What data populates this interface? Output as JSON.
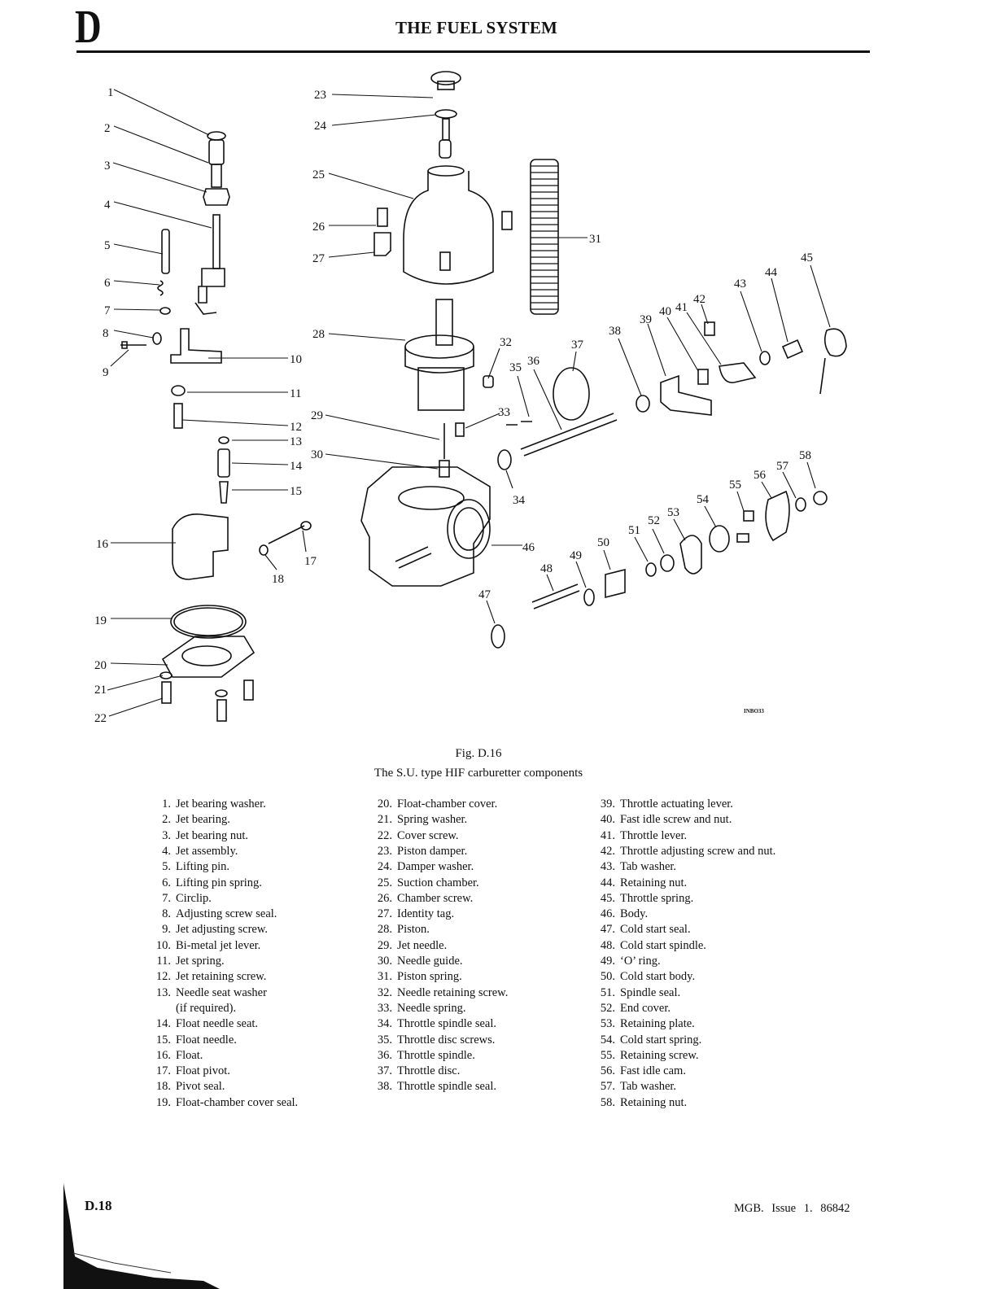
{
  "header": {
    "section_letter": "D",
    "title": "THE FUEL SYSTEM"
  },
  "figure": {
    "number": "Fig. D.16",
    "caption": "The S.U. type HIF carburetter components",
    "drawing_code": "INBO33",
    "callouts": [
      "1",
      "2",
      "3",
      "4",
      "5",
      "6",
      "7",
      "8",
      "9",
      "10",
      "11",
      "12",
      "13",
      "14",
      "15",
      "16",
      "17",
      "18",
      "19",
      "20",
      "21",
      "22",
      "23",
      "24",
      "25",
      "26",
      "27",
      "28",
      "29",
      "30",
      "31",
      "32",
      "33",
      "34",
      "35",
      "36",
      "37",
      "38",
      "39",
      "40",
      "41",
      "42",
      "43",
      "44",
      "45",
      "46",
      "47",
      "48",
      "49",
      "50",
      "51",
      "52",
      "53",
      "54",
      "55",
      "56",
      "57",
      "58"
    ]
  },
  "legend": {
    "col1": [
      {
        "num": "1.",
        "text": "Jet bearing washer."
      },
      {
        "num": "2.",
        "text": "Jet bearing."
      },
      {
        "num": "3.",
        "text": "Jet bearing nut."
      },
      {
        "num": "4.",
        "text": "Jet assembly."
      },
      {
        "num": "5.",
        "text": "Lifting pin."
      },
      {
        "num": "6.",
        "text": "Lifting pin spring."
      },
      {
        "num": "7.",
        "text": "Circlip."
      },
      {
        "num": "8.",
        "text": "Adjusting screw seal."
      },
      {
        "num": "9.",
        "text": "Jet adjusting screw."
      },
      {
        "num": "10.",
        "text": "Bi-metal jet lever."
      },
      {
        "num": "11.",
        "text": "Jet spring."
      },
      {
        "num": "12.",
        "text": "Jet retaining screw."
      },
      {
        "num": "13.",
        "text": "Needle seat washer",
        "cont": "(if required)."
      },
      {
        "num": "14.",
        "text": "Float needle seat."
      },
      {
        "num": "15.",
        "text": "Float needle."
      },
      {
        "num": "16.",
        "text": "Float."
      },
      {
        "num": "17.",
        "text": "Float pivot."
      },
      {
        "num": "18.",
        "text": "Pivot seal."
      },
      {
        "num": "19.",
        "text": "Float-chamber cover seal."
      }
    ],
    "col2": [
      {
        "num": "20.",
        "text": "Float-chamber cover."
      },
      {
        "num": "21.",
        "text": "Spring washer."
      },
      {
        "num": "22.",
        "text": "Cover screw."
      },
      {
        "num": "23.",
        "text": "Piston damper."
      },
      {
        "num": "24.",
        "text": "Damper washer."
      },
      {
        "num": "25.",
        "text": "Suction chamber."
      },
      {
        "num": "26.",
        "text": "Chamber screw."
      },
      {
        "num": "27.",
        "text": "Identity tag."
      },
      {
        "num": "28.",
        "text": "Piston."
      },
      {
        "num": "29.",
        "text": "Jet needle."
      },
      {
        "num": "30.",
        "text": "Needle guide."
      },
      {
        "num": "31.",
        "text": "Piston spring."
      },
      {
        "num": "32.",
        "text": "Needle retaining screw."
      },
      {
        "num": "33.",
        "text": "Needle spring."
      },
      {
        "num": "34.",
        "text": "Throttle spindle seal."
      },
      {
        "num": "35.",
        "text": "Throttle disc screws."
      },
      {
        "num": "36.",
        "text": "Throttle spindle."
      },
      {
        "num": "37.",
        "text": "Throttle disc."
      },
      {
        "num": "38.",
        "text": "Throttle spindle seal."
      }
    ],
    "col3": [
      {
        "num": "39.",
        "text": "Throttle actuating lever."
      },
      {
        "num": "40.",
        "text": "Fast idle screw and nut."
      },
      {
        "num": "41.",
        "text": "Throttle lever."
      },
      {
        "num": "42.",
        "text": "Throttle adjusting screw and nut."
      },
      {
        "num": "43.",
        "text": "Tab washer."
      },
      {
        "num": "44.",
        "text": "Retaining nut."
      },
      {
        "num": "45.",
        "text": "Throttle spring."
      },
      {
        "num": "46.",
        "text": "Body."
      },
      {
        "num": "47.",
        "text": "Cold start seal."
      },
      {
        "num": "48.",
        "text": "Cold start spindle."
      },
      {
        "num": "49.",
        "text": "‘O’ ring."
      },
      {
        "num": "50.",
        "text": "Cold start body."
      },
      {
        "num": "51.",
        "text": "Spindle seal."
      },
      {
        "num": "52.",
        "text": "End cover."
      },
      {
        "num": "53.",
        "text": "Retaining plate."
      },
      {
        "num": "54.",
        "text": "Cold start spring."
      },
      {
        "num": "55.",
        "text": "Retaining screw."
      },
      {
        "num": "56.",
        "text": "Fast idle cam."
      },
      {
        "num": "57.",
        "text": "Tab washer."
      },
      {
        "num": "58.",
        "text": "Retaining nut."
      }
    ]
  },
  "footer": {
    "page_number": "D.18",
    "publication": "MGB.   Issue 1.   86842"
  }
}
